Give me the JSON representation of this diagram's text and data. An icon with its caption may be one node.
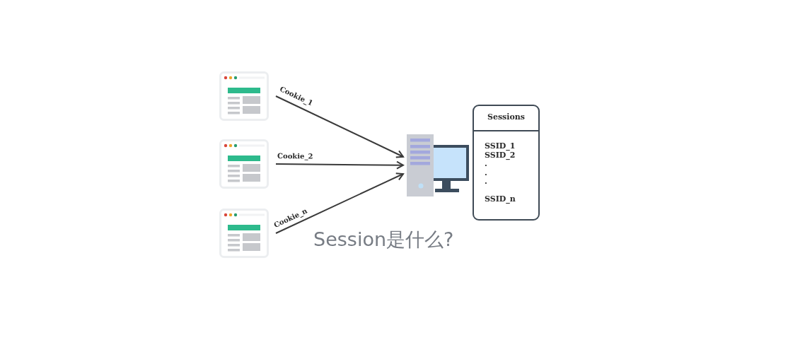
{
  "diagram": {
    "nodes": [
      {
        "text": [],
        "shape": "picture"
      },
      {
        "text": [],
        "shape": "picture"
      },
      {
        "text": [],
        "shape": "picture"
      },
      {
        "text": [],
        "shape": "picture"
      },
      {
        "text": [
          "Sessions",
          "SSID_1",
          "SSID_2",
          ".",
          ".",
          ".",
          "SSID_n"
        ]
      }
    ],
    "edges": [
      {
        "from": 0,
        "to": 3,
        "arrow": "to",
        "label": "Cookie_1"
      },
      {
        "from": 1,
        "to": 3,
        "arrow": "to",
        "label": "Cookie_2"
      },
      {
        "from": 2,
        "to": 3,
        "arrow": "to",
        "label": "Cookie_n"
      }
    ],
    "labels": [
      "Session是什么?"
    ]
  }
}
